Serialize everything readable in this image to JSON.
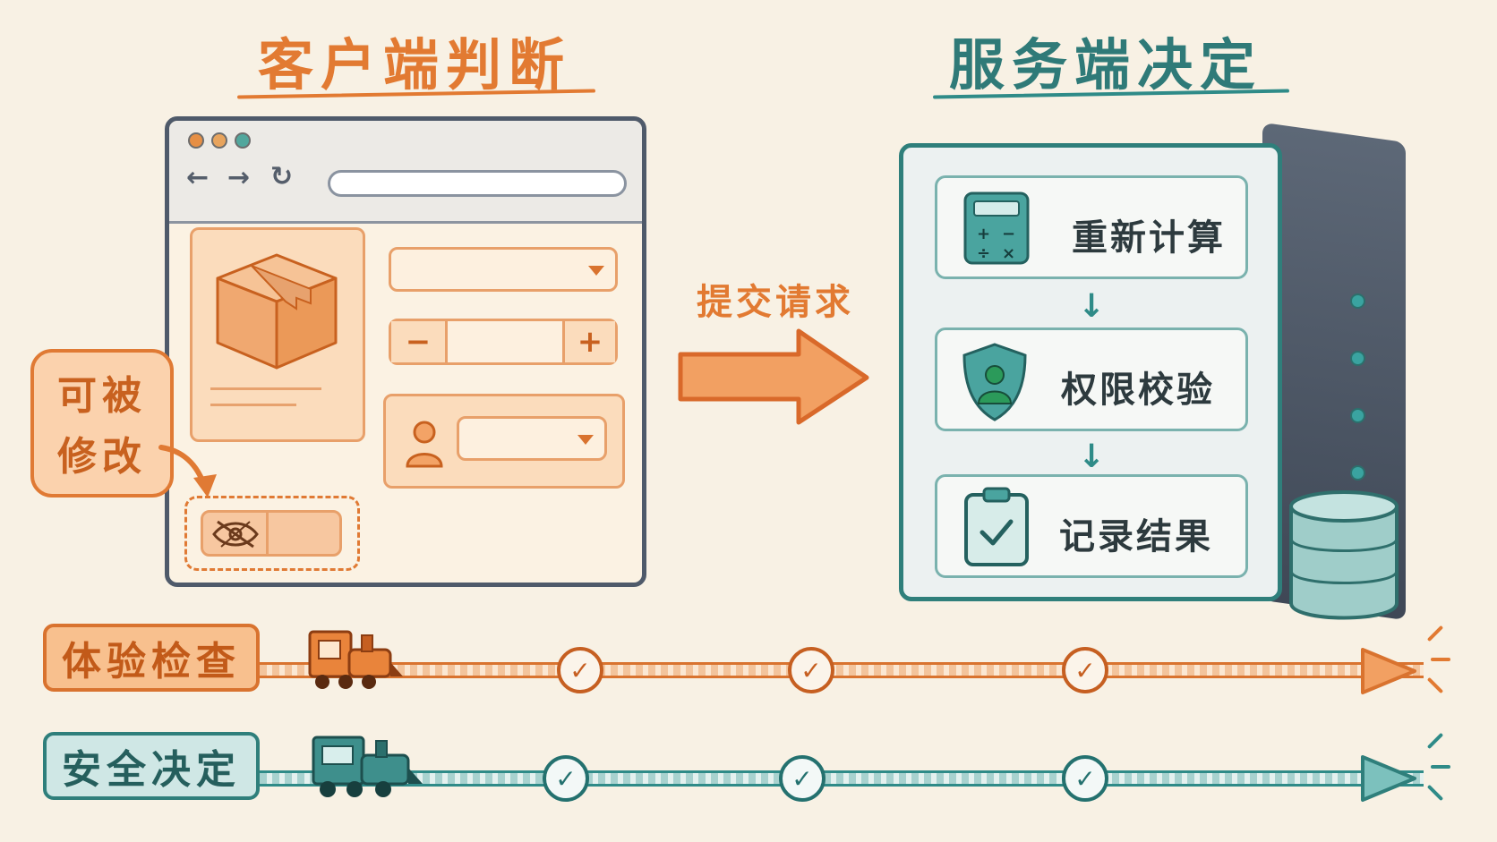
{
  "titles": {
    "left": "客户端判断",
    "right": "服务端决定"
  },
  "client": {
    "bubble_line1": "可被",
    "bubble_line2": "修改",
    "icons": {
      "product": "box-icon",
      "user": "user-icon",
      "hidden": "eye-crossed-icon",
      "minus": "minus-icon",
      "plus": "plus-icon"
    },
    "stepper_minus": "−",
    "stepper_plus": "+"
  },
  "submit_label": "提交请求",
  "server": {
    "steps": [
      {
        "label": "重新计算",
        "icon": "calculator-icon"
      },
      {
        "label": "权限校验",
        "icon": "shield-user-icon"
      },
      {
        "label": "记录结果",
        "icon": "clipboard-check-icon"
      }
    ]
  },
  "lanes": {
    "experience": "体验检查",
    "security": "安全决定"
  },
  "colors": {
    "orange": "#e27a32",
    "teal": "#2f7f7b",
    "background": "#f8f1e4"
  }
}
